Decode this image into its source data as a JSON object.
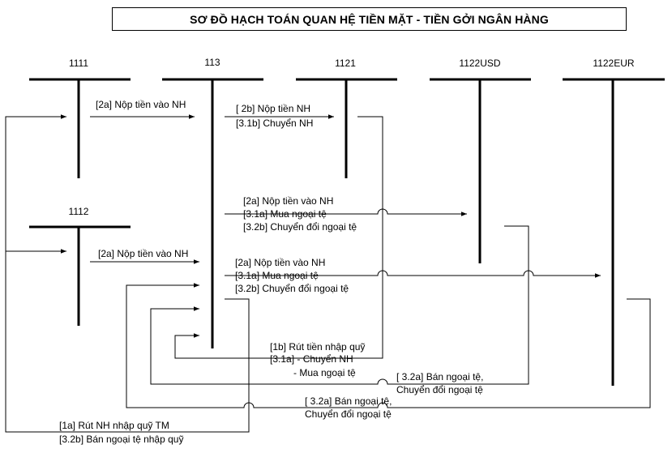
{
  "title": "SƠ ĐỒ HẠCH TOÁN QUAN HỆ TIỀN MẶT - TIỀN GỞI NGÂN HÀNG",
  "accounts": {
    "a1111": "1111",
    "a113": "113",
    "a1121": "1121",
    "a1122usd": "1122USD",
    "a1122eur": "1122EUR",
    "a1112": "1112"
  },
  "labels": {
    "l1": "[2a] Nộp tiền vào NH",
    "l2a": "[ 2b] Nộp tiền NH",
    "l2b": "[3.1b] Chuyển NH",
    "l3a": "[2a] Nộp tiền vào NH",
    "l3b": "[3.1a] Mua ngoại tệ",
    "l3c": "[3.2b] Chuyển đổi ngoại tệ",
    "l4": "[2a] Nộp tiền vào NH",
    "l5a": "[2a] Nộp tiền vào NH",
    "l5b": "[3.1a] Mua ngoại tệ",
    "l5c": "[3.2b] Chuyển đổi ngoại tệ",
    "l6a": "[1b] Rút tiền nhập quỹ",
    "l6b": "[3.1a] - Chuyển NH",
    "l6c": "- Mua ngoại tệ",
    "l7a": "[ 3.2a] Bán ngoại tệ,",
    "l7b": "Chuyển đổi ngoại tệ",
    "l8a": "[ 3.2a] Bán ngoại tệ,",
    "l8b": "Chuyển đổi ngoại tệ",
    "l9a": "[1a] Rút NH nhập quỹ TM",
    "l9b": "[3.2b] Bán ngoại tệ nhập quỹ"
  }
}
